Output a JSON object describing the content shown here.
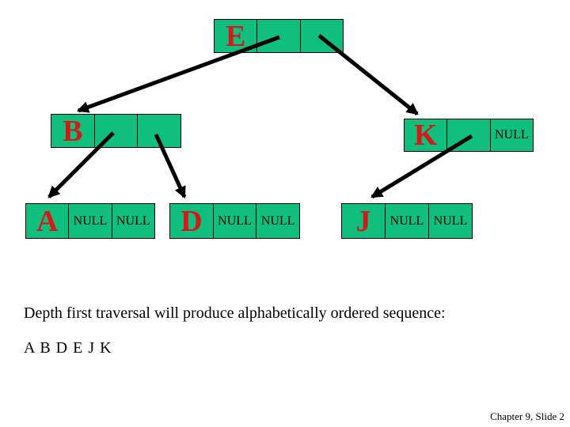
{
  "slide": {
    "caption": "Depth first traversal will produce alphabetically ordered sequence:",
    "sequence": "A B D E J K",
    "footer": "Chapter 9, Slide 2"
  },
  "colors": {
    "node_fill": "#10bf7d",
    "node_border": "#000000",
    "key_letter": "#d51818",
    "arrow": "#000000",
    "background": "#ffffff"
  },
  "tree": {
    "nodes": [
      {
        "id": "E",
        "label": "E",
        "left": "",
        "right": ""
      },
      {
        "id": "B",
        "label": "B",
        "left": "",
        "right": ""
      },
      {
        "id": "K",
        "label": "K",
        "left": "",
        "right": "NULL"
      },
      {
        "id": "A",
        "label": "A",
        "left": "NULL",
        "right": "NULL"
      },
      {
        "id": "D",
        "label": "D",
        "left": "NULL",
        "right": "NULL"
      },
      {
        "id": "J",
        "label": "J",
        "left": "NULL",
        "right": "NULL"
      }
    ],
    "edges": [
      {
        "from": "E",
        "to": "B",
        "side": "left"
      },
      {
        "from": "E",
        "to": "K",
        "side": "right"
      },
      {
        "from": "B",
        "to": "A",
        "side": "left"
      },
      {
        "from": "B",
        "to": "D",
        "side": "right"
      },
      {
        "from": "K",
        "to": "J",
        "side": "left"
      }
    ]
  }
}
